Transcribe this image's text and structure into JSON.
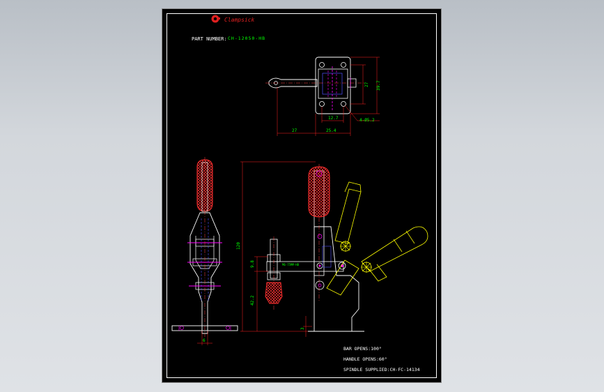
{
  "title_block": {
    "brand": "Clampsick",
    "part_number_label": "PART NUMBER:",
    "part_number": "CH-12050-HB"
  },
  "notes": {
    "bar_opens": "BAR OPENS:100°",
    "handle_opens": "HANDLE OPENS:60°",
    "spindle_supplied": "SPINDLE SUPPLIED:CH-FC-14134"
  },
  "dimensions": {
    "top_view": {
      "d27_vertical": "27",
      "d39_7": "39.7",
      "d12_7": "12.7",
      "d27_horizontal": "27",
      "d25_4": "25.4",
      "hole_dia": "4-Ø5.2"
    },
    "front_view": {
      "height_120": "120",
      "d9_8": "9.8",
      "d42_2": "42.2",
      "d3": "3",
      "spindle_label": "M6-75MM-HB"
    },
    "side_view": {
      "d6": "6"
    }
  },
  "colors": {
    "background": "#000000",
    "frame": "#ffffff",
    "outline": "#ffffff",
    "dimension_line": "#ff2020",
    "dimension_text": "#00ff00",
    "grip_hatch": "#ff3030",
    "centerline": "#ff4040",
    "hidden": "#ff00ff",
    "alternate_position": "#ffff00",
    "detail_blue": "#5050ff",
    "brand_red": "#e02020"
  }
}
